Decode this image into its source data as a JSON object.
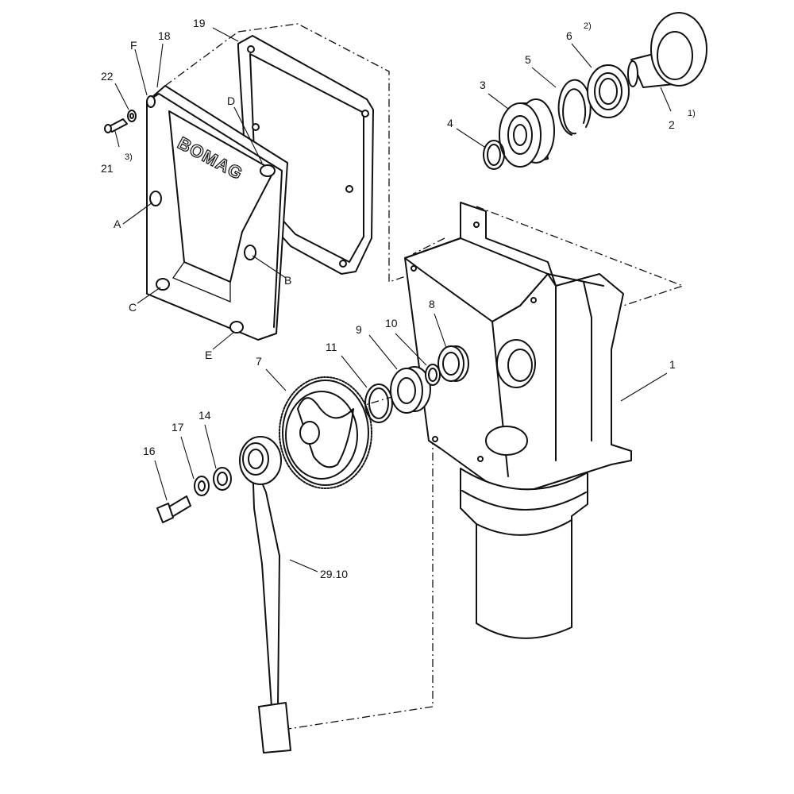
{
  "brand_logo": "BOMAG",
  "callouts": {
    "p1": "1",
    "p2": "2",
    "p2_note": "1)",
    "p3": "3",
    "p4": "4",
    "p5": "5",
    "p6": "6",
    "p6_note": "2)",
    "p7": "7",
    "p8": "8",
    "p9": "9",
    "p10": "10",
    "p11": "11",
    "p14": "14",
    "p16": "16",
    "p17": "17",
    "p18": "18",
    "p19": "19",
    "p21": "21",
    "p21_note": "3)",
    "p22": "22",
    "ref_29_10": "29.10",
    "hole_a": "A",
    "hole_b": "B",
    "hole_c": "C",
    "hole_d": "D",
    "hole_e": "E",
    "hole_f": "F"
  }
}
